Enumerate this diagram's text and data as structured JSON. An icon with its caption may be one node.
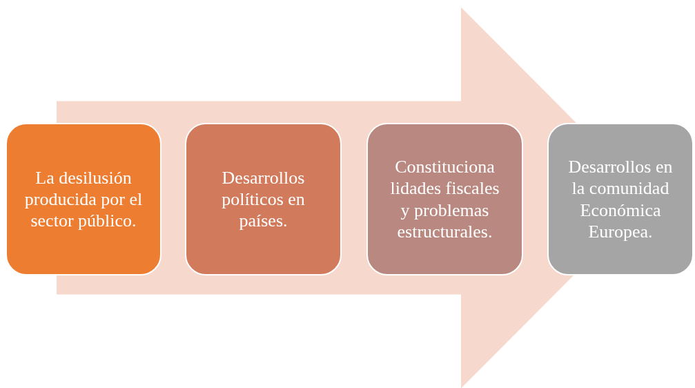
{
  "diagram": {
    "nodes": [
      {
        "text": [
          "La desilusión producida por el sector público."
        ]
      },
      {
        "text": [
          "Desarrollos políticos en países."
        ]
      },
      {
        "text": [
          "Constituciona lidades fiscales y problemas estructurales."
        ]
      },
      {
        "text": [
          "Desarrollos en la comunidad Económica Europea."
        ]
      }
    ],
    "edges": [
      {
        "from": 0,
        "to": 3,
        "arrow": "to"
      }
    ]
  }
}
